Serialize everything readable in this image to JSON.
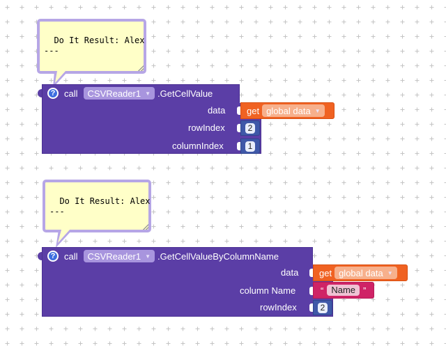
{
  "blocks": [
    {
      "bubble_text": "Do It Result: Alex\n---",
      "call_label": "call",
      "component": "CSVReader1",
      "method": ".GetCellValue",
      "params": [
        {
          "label": "data",
          "type": "get",
          "get_label": "get",
          "var": "global data"
        },
        {
          "label": "rowIndex",
          "type": "number",
          "value": "2"
        },
        {
          "label": "columnIndex",
          "type": "number",
          "value": "1"
        }
      ]
    },
    {
      "bubble_text": "Do It Result: Alex\n---",
      "call_label": "call",
      "component": "CSVReader1",
      "method": ".GetCellValueByColumnName",
      "params": [
        {
          "label": "data",
          "type": "get",
          "get_label": "get",
          "var": "global data"
        },
        {
          "label": "column Name",
          "type": "text",
          "open_quote": "“",
          "value": "Name",
          "close_quote": "”"
        },
        {
          "label": "rowIndex",
          "type": "number",
          "value": "2"
        }
      ]
    }
  ],
  "colors": {
    "procedure": "#5b3ea6",
    "variable": "#f06222",
    "math": "#3f58a8",
    "text": "#cf2366",
    "bubble": "#ffffc8",
    "bubble_border": "#b6a6e6"
  }
}
